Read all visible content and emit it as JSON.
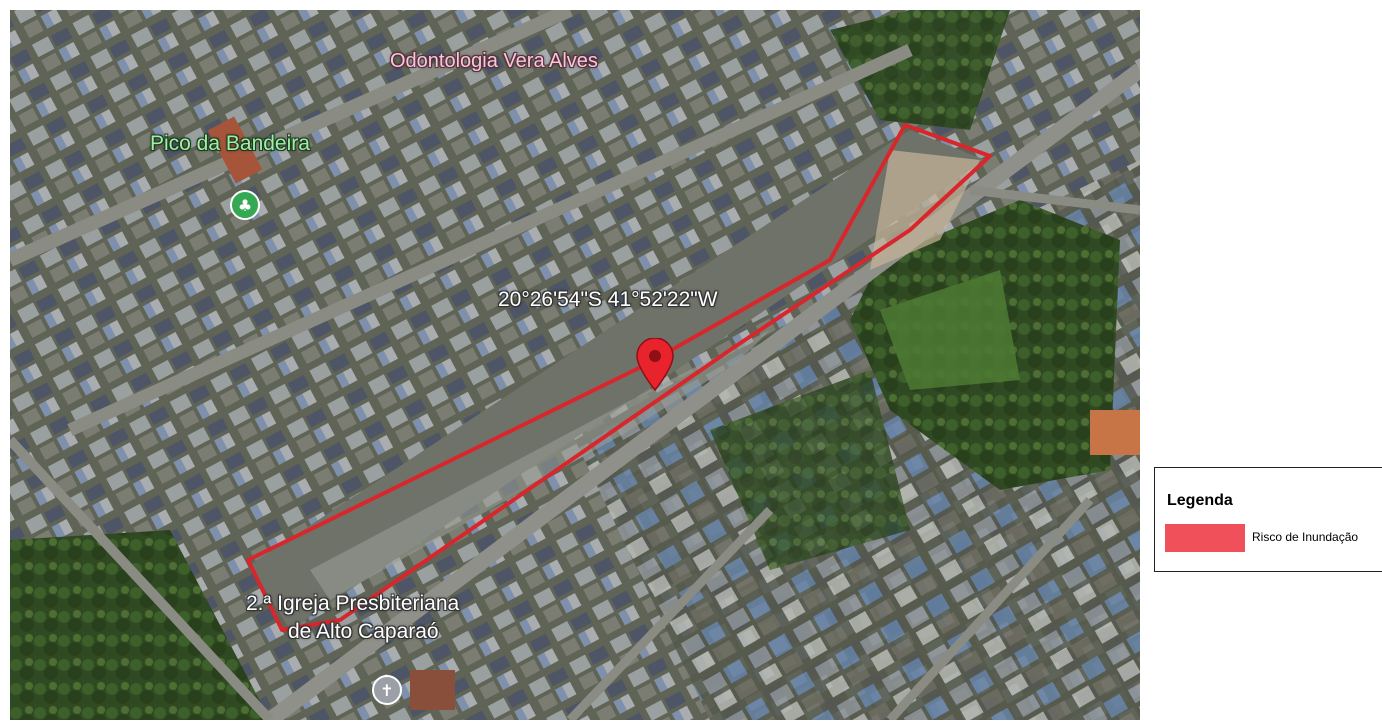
{
  "map": {
    "imagery": "satellite-aerial-urban",
    "labels": {
      "odontologia": "Odontologia Vera Alves",
      "pico": "Pico da Bandeira",
      "coordinates": "20°26'54\"S 41°52'22\"W",
      "igreja_line1": "2.ª Igreja Presbiteriana",
      "igreja_line2": "de Alto Caparaó"
    },
    "icons": {
      "pico": "tree-icon",
      "pin": "map-pin-icon",
      "igreja": "cross-icon"
    },
    "colors": {
      "risk_outline": "#d9262c",
      "pin": "#e8232c",
      "pico_marker": "#34a853",
      "igreja_marker": "#9aa0a6",
      "odontologia_label": "#f6c7d6"
    }
  },
  "legend": {
    "title": "Legenda",
    "items": [
      {
        "label": "Risco de Inundação",
        "color": "#f0505a"
      }
    ]
  }
}
